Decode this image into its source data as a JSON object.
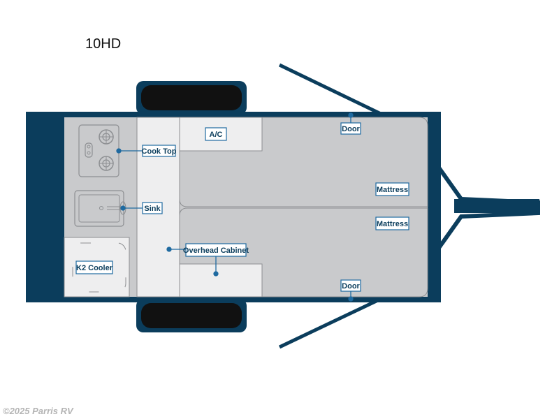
{
  "title": "10HD",
  "copyright": "©2025 Parris RV",
  "colors": {
    "frame": "#0b3d5c",
    "floor": "#c9cacc",
    "panel": "#eeeeef",
    "line": "#8d8f92",
    "label_border": "#1f6aa0",
    "dot": "#1f6aa0"
  },
  "labels": {
    "ac": "A/C",
    "door_top": "Door",
    "cook_top": "Cook Top",
    "sink": "Sink",
    "mattress_top": "Mattress",
    "mattress_bottom": "Mattress",
    "overhead_cabinet": "Overhead Cabinet",
    "k2_cooler": "K2 Cooler",
    "door_bottom": "Door"
  }
}
